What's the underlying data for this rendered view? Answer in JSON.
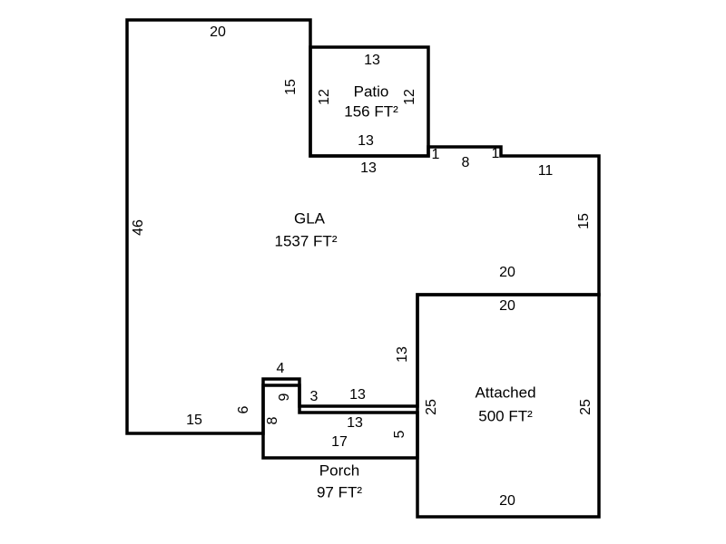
{
  "rooms": {
    "gla": {
      "name": "GLA",
      "area": "1537 FT²"
    },
    "patio": {
      "name": "Patio",
      "area": "156 FT²"
    },
    "attached": {
      "name": "Attached",
      "area": "500 FT²"
    },
    "porch": {
      "name": "Porch",
      "area": "97 FT²"
    }
  },
  "dims": {
    "gla_top": "20",
    "gla_left": "46",
    "gla_tower_right": "15",
    "patio_top": "13",
    "patio_left": "12",
    "patio_right": "12",
    "patio_bottom": "13",
    "gla_patio_bottom": "13",
    "step_up": "1",
    "step_top": "8",
    "step_down": "1",
    "gla_top_right": "11",
    "gla_right": "15",
    "gla_bottom_right": "20",
    "garage_top": "20",
    "gla_garage_left": "13",
    "garage_left": "25",
    "garage_right": "25",
    "garage_bottom": "20",
    "notch_top": "4",
    "porch_left_upper": "9",
    "notch_side": "3",
    "gla_porch_top": "13",
    "notch_left": "6",
    "porch_left": "8",
    "gla_bottom": "15",
    "porch_top": "13",
    "porch_bottom": "17",
    "porch_right": "5"
  }
}
